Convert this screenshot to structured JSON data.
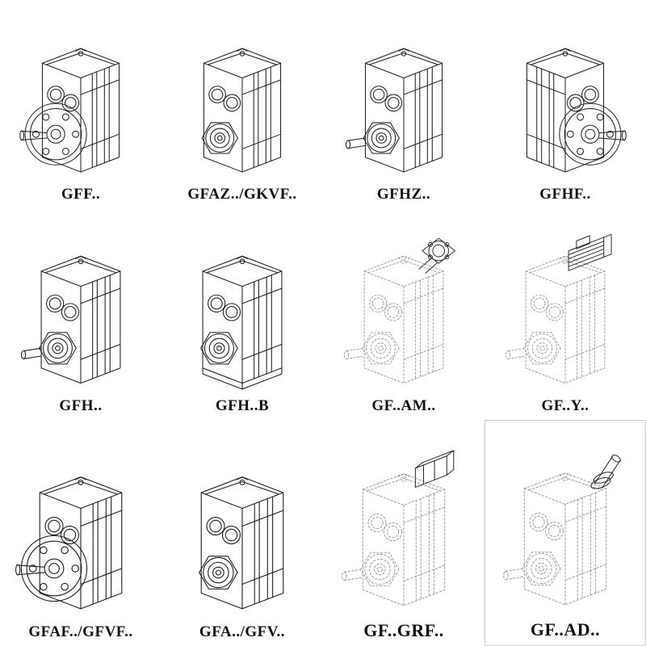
{
  "page": {
    "background": "#ffffff",
    "line_color": "#1f1f1f",
    "dashed_line_color": "#8c8c8c"
  },
  "grid": {
    "rows": 3,
    "cols": 4,
    "items": [
      {
        "label": "GFF..",
        "drawing": "gearbox-flange-mounted",
        "style": "solid"
      },
      {
        "label": "GFAZ../GKVF..",
        "drawing": "gearbox-shaft-mounted",
        "style": "solid"
      },
      {
        "label": "GFHZ..",
        "drawing": "gearbox-hollow-shaft",
        "style": "solid"
      },
      {
        "label": "GFHF..",
        "drawing": "gearbox-hollow-shaft-flange",
        "style": "solid"
      },
      {
        "label": "GFH..",
        "drawing": "gearbox-hollow-shaft",
        "style": "solid"
      },
      {
        "label": "GFH..B",
        "drawing": "gearbox-hollow-shaft-foot",
        "style": "solid"
      },
      {
        "label": "GF..AM..",
        "drawing": "gearbox-iec-adapter",
        "style": "dashed"
      },
      {
        "label": "GF..Y..",
        "drawing": "gearbox-with-motor",
        "style": "dashed"
      },
      {
        "label": "GFAF../GFVF..",
        "drawing": "gearbox-flange-mounted",
        "style": "solid"
      },
      {
        "label": "GFA../GFV..",
        "drawing": "gearbox-shaft-mounted",
        "style": "solid"
      },
      {
        "label": "GF..GRF..",
        "drawing": "gearbox-cover-unit",
        "style": "dashed"
      },
      {
        "label": "GF..AD..",
        "drawing": "gearbox-input-shaft-adapter",
        "style": "dashed"
      }
    ]
  }
}
